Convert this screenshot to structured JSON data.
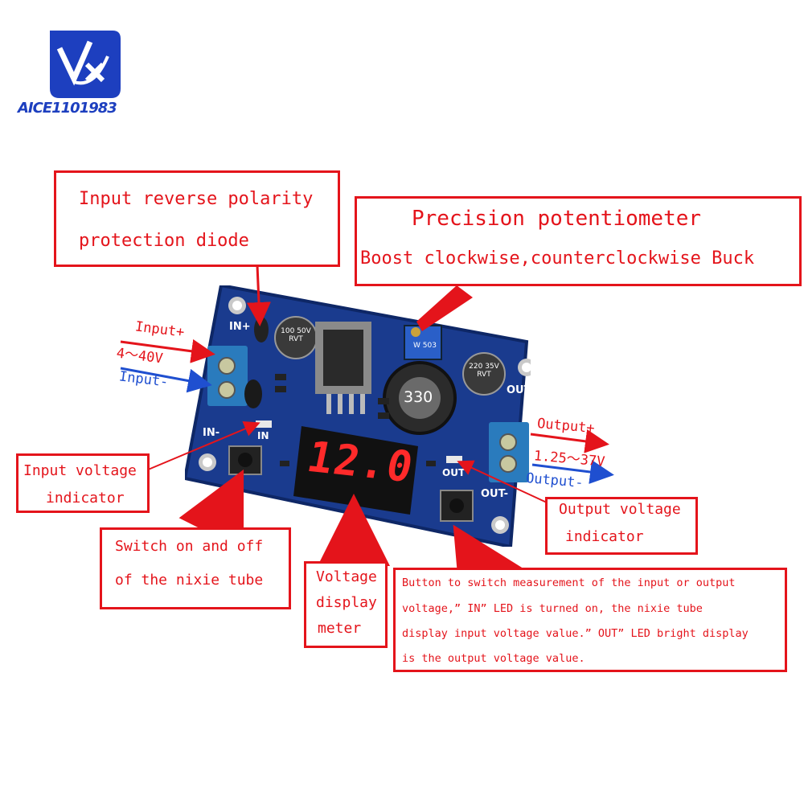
{
  "brand": {
    "name": "AICE1101983",
    "colors": {
      "blue": "#1d3fbf",
      "red": "#e4141b"
    }
  },
  "callouts": {
    "diode": {
      "line1": "Input reverse polarity",
      "line2": "protection diode"
    },
    "pot": {
      "line1": "Precision potentiometer",
      "line2": "Boost clockwise,counterclockwise Buck"
    },
    "input_ind": {
      "line1": "Input voltage",
      "line2": "indicator"
    },
    "switch": {
      "line1": "Switch on and off",
      "line2": "of the nixie tube"
    },
    "meter": {
      "line1": "Voltage",
      "line2": "display",
      "line3": "meter"
    },
    "button": {
      "line1": "Button to switch measurement of the input or output",
      "line2": "voltage,” IN” LED is turned on, the  nixie tube",
      "line3": "display input voltage value.” OUT” LED bright display",
      "line4": "is the output voltage value."
    },
    "output_ind": {
      "line1": "Output voltage",
      "line2": "indicator"
    }
  },
  "terminal_labels": {
    "input_plus": "Input+",
    "input_range": "4～40V",
    "input_minus": "Input-",
    "output_plus": "Output+",
    "output_range": "1.25～37V",
    "output_minus": "Output-"
  },
  "board": {
    "silk_in_plus": "IN+",
    "silk_in_minus": "IN-",
    "silk_out_plus": "OUT+",
    "silk_out_minus": "OUT-",
    "silk_in_led": "IN",
    "silk_out_led": "OUT",
    "display_value": "12.0",
    "inductor_marking": "330",
    "cap1_marking": "100 50V RVT",
    "cap2_marking": "220 35V RVT",
    "pot_marking": "W 503"
  }
}
